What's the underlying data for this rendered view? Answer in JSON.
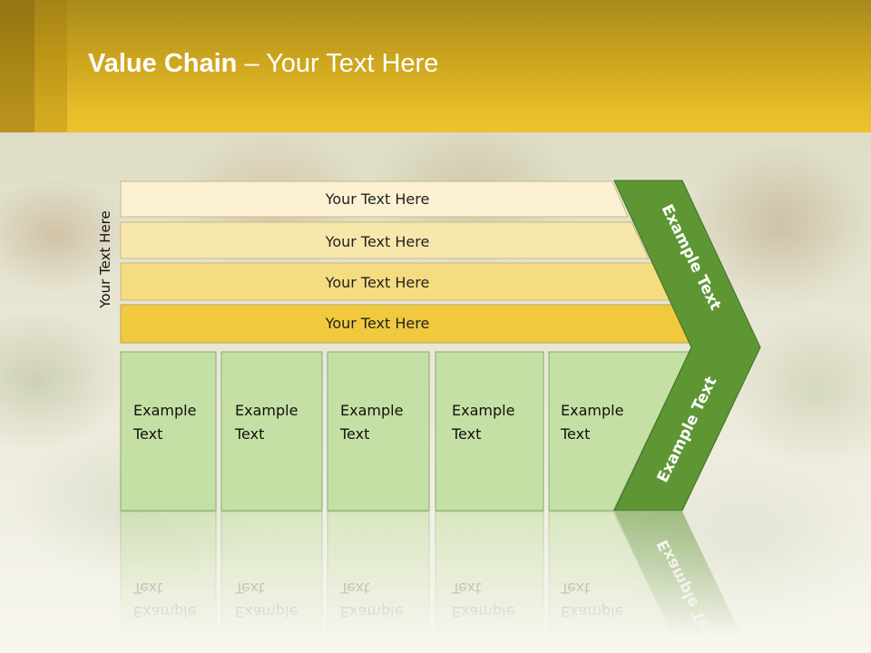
{
  "slide": {
    "title_bold": "Value Chain",
    "title_rest": " – Your Text Here",
    "side_label": "Your Text Here"
  },
  "bands": [
    {
      "label": "Your Text Here",
      "color": "#fbf1d2"
    },
    {
      "label": "Your Text Here",
      "color": "#f8e7aa"
    },
    {
      "label": "Your Text Here",
      "color": "#f5dc80"
    },
    {
      "label": "Your Text Here",
      "color": "#f0c93f"
    }
  ],
  "boxes": [
    {
      "line1": "Example",
      "line2": "Text"
    },
    {
      "line1": "Example",
      "line2": "Text"
    },
    {
      "line1": "Example",
      "line2": "Text"
    },
    {
      "line1": "Example",
      "line2": "Text"
    },
    {
      "line1": "Example",
      "line2": "Text"
    }
  ],
  "arrow": {
    "upper_label": "Example Text",
    "lower_label": "Example Text",
    "color": "#5e9634"
  },
  "colors": {
    "box_fill": "#c5e0a4",
    "header": "#e8bd2a"
  }
}
